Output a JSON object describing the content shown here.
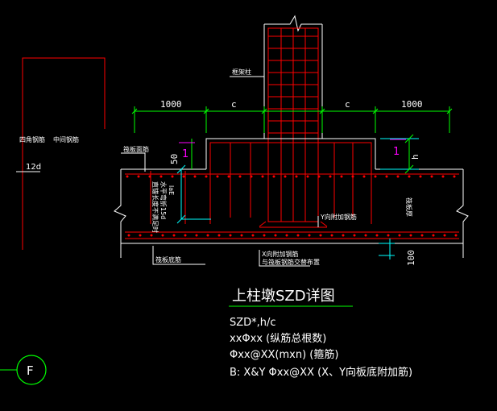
{
  "drawing": {
    "title": "上柱墩SZD详图",
    "dimensions": {
      "left_outer": "1000",
      "left_inner": "c",
      "right_inner": "c",
      "right_outer": "1000",
      "cap_depth": "50",
      "right_height": "h",
      "bottom_cover": "100"
    },
    "labels": {
      "column_bar": "框架柱",
      "top_rebar_left": "筏板面筋",
      "anchor_vertical_1": "直锚长度不满足时",
      "anchor_vertical_2": "水平弯折15d",
      "anchor_vertical_3": "laE",
      "y_add_bar": "Y向附加钢筋",
      "x_add_bar": "X向附加钢筋",
      "x_add_bar_note": "与筏板钢筋交替布置",
      "bottom_bar": "筏板底筋",
      "right_bar": "筏板厚",
      "corner_bar": "四角钢筋",
      "mid_bar": "中间钢筋",
      "bend_length": "12d",
      "section_mark": "1"
    },
    "notes": [
      "SZD*,h/c",
      "xxΦxx  (纵筋总根数)",
      "Φxx@XX(mxn)  (箍筋)",
      "B: X&Y Φxx@XX  (X、Y向板底附加筋)"
    ],
    "axis_label": "F"
  },
  "colors": {
    "background": "#000000",
    "rebar": "#ff0000",
    "dimension": "#00ff00",
    "outline": "#ffffff",
    "cover": "#00ffff",
    "marker": "#ff00ff"
  }
}
